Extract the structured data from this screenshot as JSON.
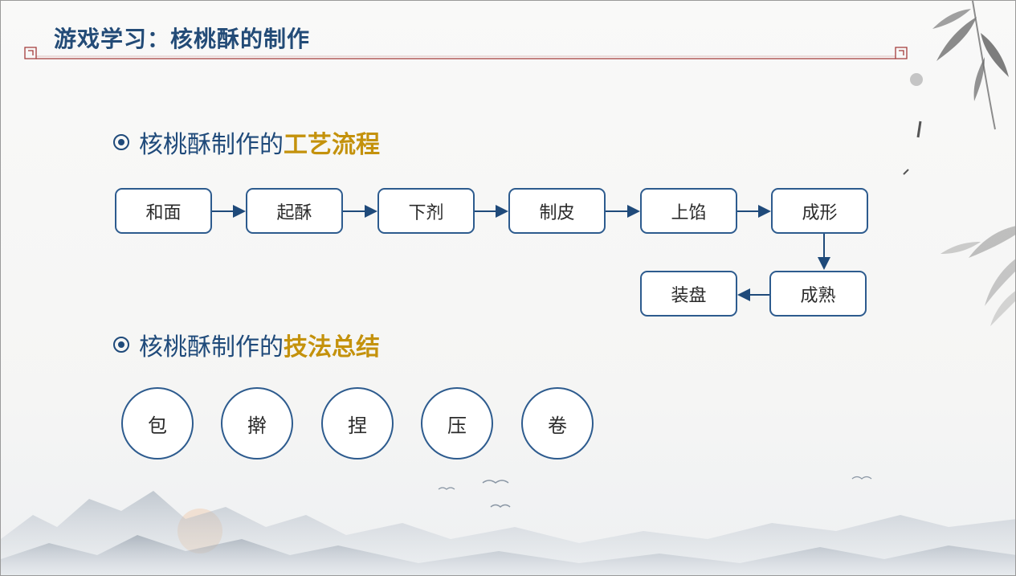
{
  "title": "游戏学习：核桃酥的制作",
  "sections": {
    "process": {
      "prefix": "核桃酥制作的",
      "highlight": "工艺流程"
    },
    "technique": {
      "prefix": "核桃酥制作的",
      "highlight": "技法总结"
    }
  },
  "process_steps": [
    "和面",
    "起酥",
    "下剂",
    "制皮",
    "上馅",
    "成形",
    "成熟",
    "装盘"
  ],
  "techniques": [
    "包",
    "擀",
    "捏",
    "压",
    "卷"
  ],
  "colors": {
    "title": "#234b77",
    "highlight": "#c4920c",
    "border": "#2d5b8e",
    "rule": "#a33b3b"
  }
}
